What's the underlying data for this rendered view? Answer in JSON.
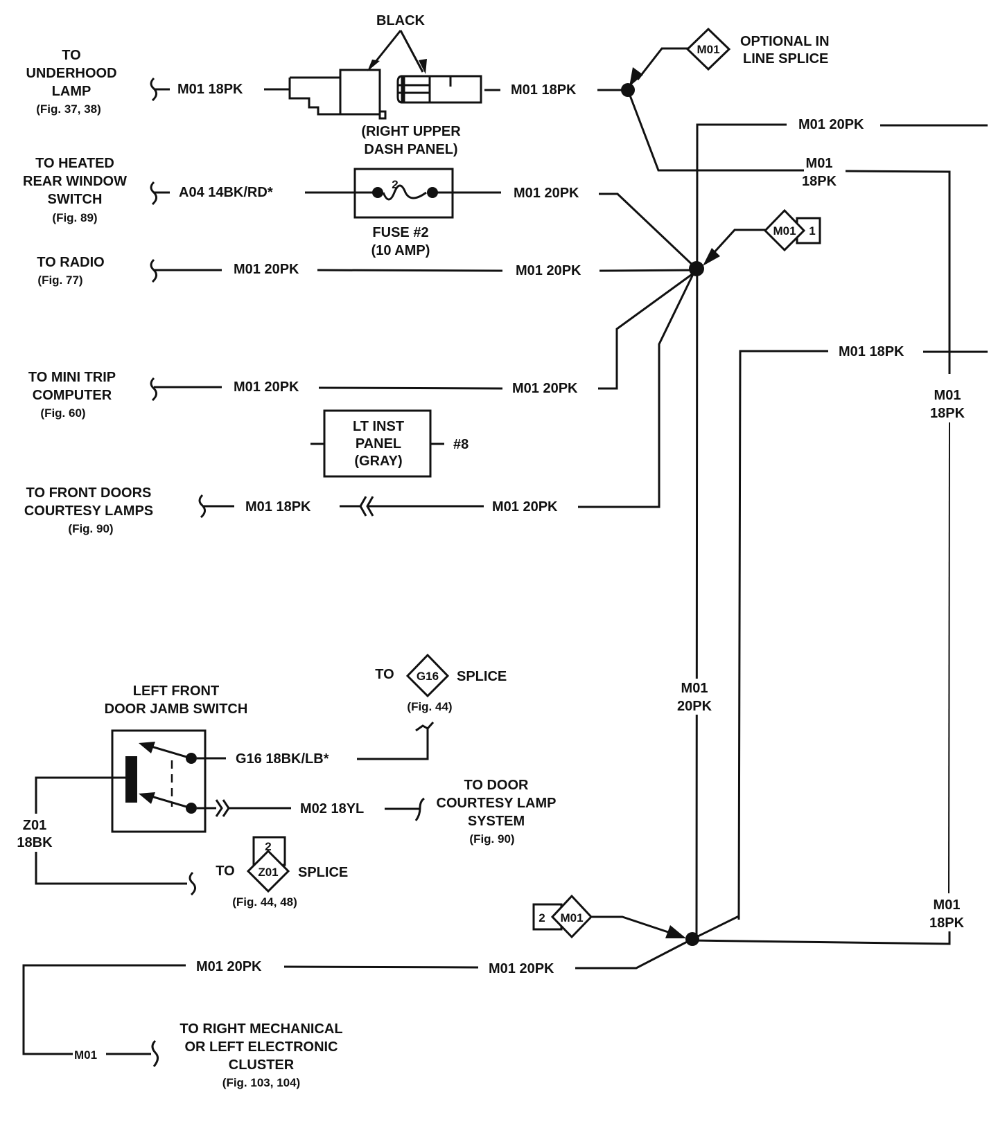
{
  "diagram": {
    "type": "wiring-schematic",
    "colors": {
      "ink": "#111111",
      "background": "#ffffff"
    },
    "destinations": {
      "underhood_lamp": {
        "lines": [
          "TO",
          "UNDERHOOD",
          "LAMP"
        ],
        "fig": "(Fig. 37, 38)",
        "wire": "M01 18PK"
      },
      "heated_rear_window": {
        "lines": [
          "TO HEATED",
          "REAR WINDOW",
          "SWITCH"
        ],
        "fig": "(Fig. 89)",
        "wire": "A04 14BK/RD*"
      },
      "radio": {
        "lines": [
          "TO RADIO"
        ],
        "fig": "(Fig. 77)",
        "wire": "M01 20PK"
      },
      "mini_trip": {
        "lines": [
          "TO MINI TRIP",
          "COMPUTER"
        ],
        "fig": "(Fig. 60)",
        "wire": "M01 20PK"
      },
      "front_doors": {
        "lines": [
          "TO FRONT DOORS",
          "COURTESY LAMPS"
        ],
        "fig": "(Fig. 90)",
        "wire": "M01 18PK"
      },
      "door_courtesy": {
        "lines": [
          "TO DOOR",
          "COURTESY LAMP",
          "SYSTEM"
        ],
        "fig": "(Fig. 90)",
        "wire": "M02 18YL"
      },
      "cluster": {
        "lines": [
          "TO RIGHT MECHANICAL",
          "OR LEFT ELECTRONIC",
          "CLUSTER"
        ],
        "fig": "(Fig. 103, 104)",
        "wire": "M01"
      }
    },
    "connector": {
      "color_label": "BLACK",
      "location": [
        "(RIGHT UPPER",
        "DASH PANEL)"
      ],
      "right_wire": "M01 18PK"
    },
    "fuse": {
      "number": "2",
      "label": "FUSE #2",
      "rating": "(10 AMP)",
      "right_wire": "M01 20PK"
    },
    "inst_panel": {
      "lines": [
        "LT INST",
        "PANEL",
        "(GRAY)"
      ],
      "pin": "#8"
    },
    "splices": {
      "optional": {
        "id": "M01",
        "lines": [
          "OPTIONAL IN",
          "LINE SPLICE"
        ]
      },
      "splice1": {
        "id": "M01",
        "tag": "1"
      },
      "splice2": {
        "id": "M01",
        "tag": "2"
      },
      "g16": {
        "prefix": "TO",
        "id": "G16",
        "suffix": "SPLICE",
        "fig": "(Fig. 44)"
      },
      "z01": {
        "prefix": "TO",
        "id": "Z01",
        "tag": "2",
        "suffix": "SPLICE",
        "fig": "(Fig. 44, 48)"
      }
    },
    "door_switch": {
      "lines": [
        "LEFT FRONT",
        "DOOR JAMB SWITCH"
      ],
      "ground_wire": [
        "Z01",
        "18BK"
      ],
      "upper_wire": "G16 18BK/LB*"
    },
    "wires": {
      "radio_right": "M01 20PK",
      "mini_trip_right": "M01 20PK",
      "front_doors_right": "M01 20PK",
      "top_right_20": "M01 20PK",
      "right_18_a": [
        "M01",
        "18PK"
      ],
      "mid_right_18": "M01 18PK",
      "right_vert_18": [
        "M01",
        "18PK"
      ],
      "center_vert_20": [
        "M01",
        "20PK"
      ],
      "bottom_right_18": [
        "M01",
        "18PK"
      ],
      "bottom_left_20": "M01 20PK",
      "bottom_mid_20": "M01 20PK"
    }
  }
}
